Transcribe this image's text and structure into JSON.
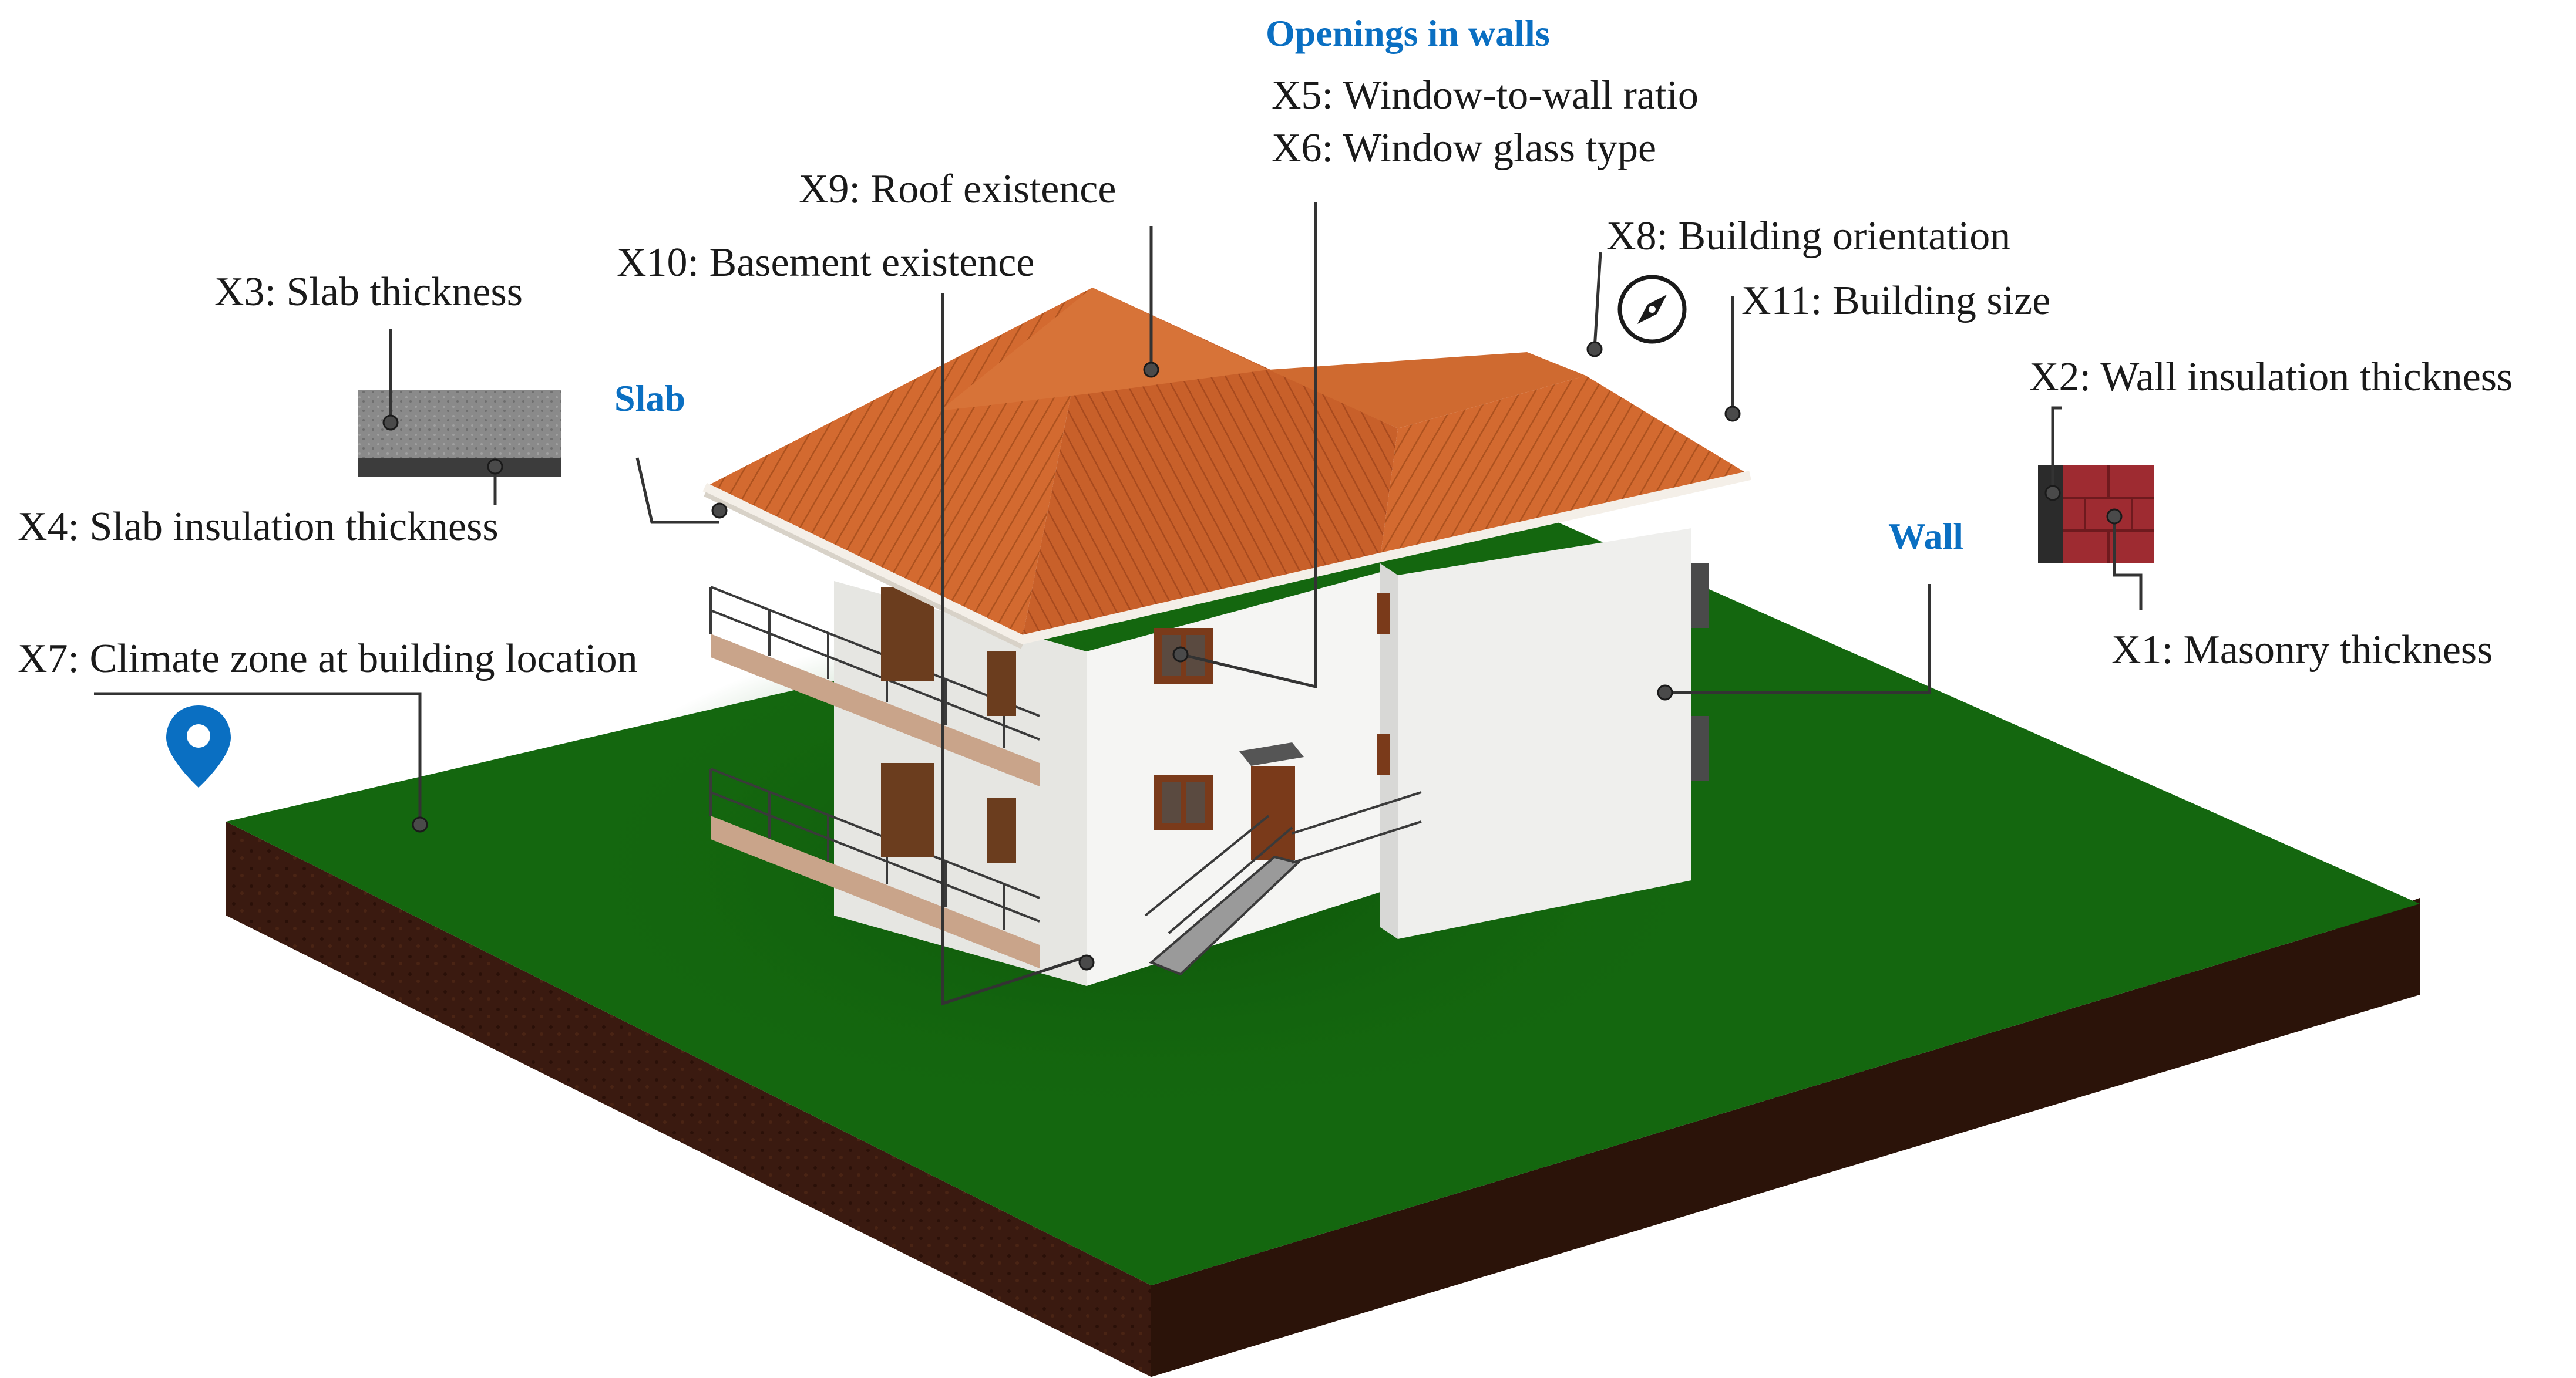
{
  "colors": {
    "accent": "#0a6fc2",
    "grass": "#14670f",
    "soil": "#3a1a10",
    "roof": "#c8602a",
    "wall": "#f3f3f1",
    "masonry": "#9e2b31"
  },
  "categories": {
    "openings": "Openings in walls",
    "slab": "Slab",
    "wall": "Wall"
  },
  "labels": {
    "x1": "X1: Masonry thickness",
    "x2": "X2: Wall insulation thickness",
    "x3": "X3: Slab thickness",
    "x4": "X4: Slab insulation thickness",
    "x5": "X5: Window-to-wall ratio",
    "x6": "X6: Window glass type",
    "x7": "X7: Climate zone at building location",
    "x8": "X8: Building orientation",
    "x9": "X9: Roof existence",
    "x10": "X10: Basement existence",
    "x11": "X11: Building size"
  },
  "icons": {
    "location": "location-pin-icon",
    "orientation": "compass-icon"
  }
}
